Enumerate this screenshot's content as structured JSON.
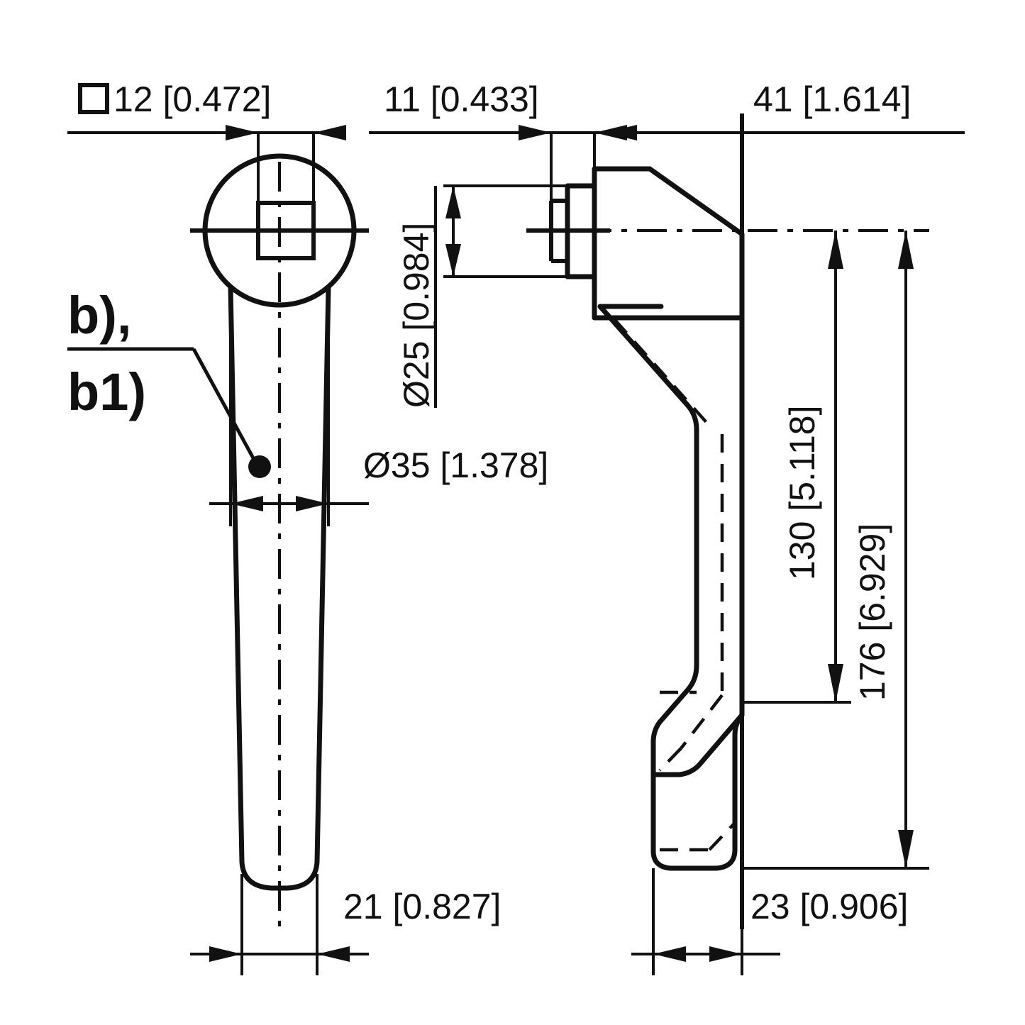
{
  "drawing": {
    "title": "Clamping lever dimensioned drawing",
    "background_color": "#ffffff",
    "line_color": "#111111",
    "views": [
      {
        "name": "front-view",
        "description": "Lever seen from the front showing round head with square hole and tapered handle"
      },
      {
        "name": "side-view",
        "description": "Lever seen from the side showing threaded boss and S-shaped cranked body"
      }
    ],
    "balloon": {
      "line1": "b),",
      "line2": "b1)"
    },
    "dimensions": {
      "square_hole": "□12 [0.472]",
      "boss_length": "11 [0.433]",
      "offset_depth": "41 [1.614]",
      "boss_diameter": "Ø25 [0.984]",
      "head_diameter": "Ø35 [1.378]",
      "height_130": "130 [5.118]",
      "height_176": "176 [6.929]",
      "handle_width": "21 [0.827]",
      "foot_width": "23 [0.906]"
    }
  }
}
